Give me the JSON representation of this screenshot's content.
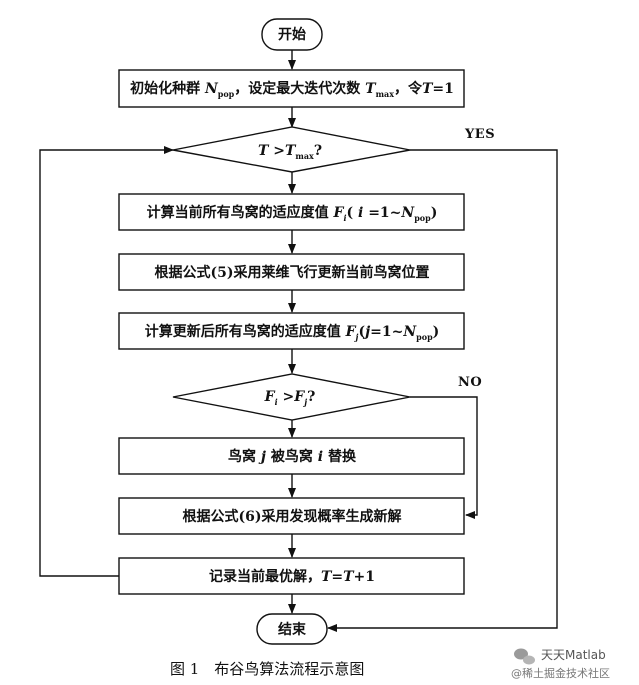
{
  "nodes": {
    "start": "开始",
    "init_a": "初始化种群 ",
    "init_N": "N",
    "init_pop": "pop",
    "init_b": "，设定最大迭代次数 ",
    "init_T": "T",
    "init_max": "max",
    "init_c": "，令",
    "init_T2": "T",
    "init_d": "=1",
    "cond1_T": "T",
    "cond1_gt": " >",
    "cond1_T2": "T",
    "cond1_max": "max",
    "cond1_q": "?",
    "calc1_a": "计算当前所有鸟窝的适应度值 ",
    "calc1_F": "F",
    "calc1_i": "i",
    "calc1_b": "( ",
    "calc1_i2": "i",
    "calc1_c": " =1~",
    "calc1_N": "N",
    "calc1_pop": "pop",
    "calc1_d": ")",
    "levy": "根据公式(5)采用莱维飞行更新当前鸟窝位置",
    "calc2_a": "计算更新后所有鸟窝的适应度值 ",
    "calc2_F": "F",
    "calc2_j": "j",
    "calc2_b": "(",
    "calc2_j2": "j",
    "calc2_c": "=1~",
    "calc2_N": "N",
    "calc2_pop": "pop",
    "calc2_d": ")",
    "cond2_F": "F",
    "cond2_i": "i",
    "cond2_gt": " >",
    "cond2_F2": "F",
    "cond2_j": "j",
    "cond2_q": "?",
    "replace_a": "鸟窝 ",
    "replace_j": "j",
    "replace_b": " 被鸟窝 ",
    "replace_i": "i",
    "replace_c": " 替换",
    "discover": "根据公式(6)采用发现概率生成新解",
    "record_a": "记录当前最优解，",
    "record_T": "T",
    "record_eq": "=",
    "record_T2": "T",
    "record_b": "+1",
    "end": "结束"
  },
  "labels": {
    "yes": "YES",
    "no": "NO"
  },
  "caption": "图 1　布谷鸟算法流程示意图",
  "watermark": {
    "line1": "天天Matlab",
    "line2": "@稀土掘金技术社区"
  }
}
